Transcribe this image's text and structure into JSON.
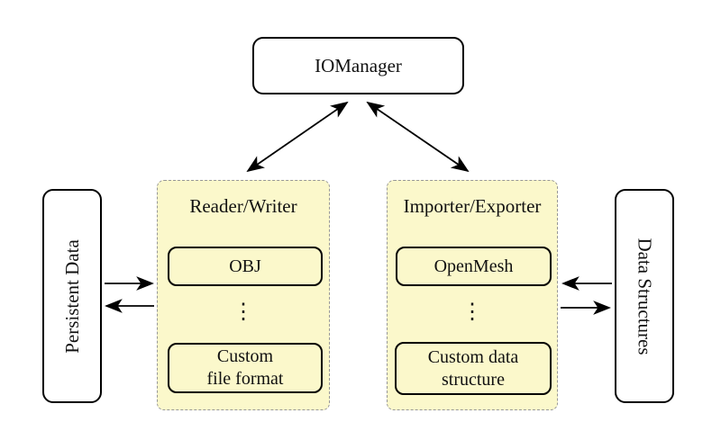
{
  "diagram": {
    "iomanager": {
      "label": "IOManager"
    },
    "reader_writer": {
      "title": "Reader/Writer",
      "ellipsis": "⋮",
      "items": [
        {
          "lines": [
            "OBJ",
            ""
          ]
        },
        {
          "lines": [
            "Custom",
            "file format"
          ]
        }
      ]
    },
    "importer_exporter": {
      "title": "Importer/Exporter",
      "ellipsis": "⋮",
      "items": [
        {
          "lines": [
            "OpenMesh",
            ""
          ]
        },
        {
          "lines": [
            "Custom data",
            "structure"
          ]
        }
      ]
    },
    "persistent_data": {
      "label": "Persistent Data"
    },
    "data_structures": {
      "label": "Data Structures"
    }
  },
  "colors": {
    "group-fill": "#FBF8CB",
    "group-border": "#979797",
    "node-border": "#000000",
    "arrow": "#000000",
    "canvas-bg": "#FFFFFF"
  }
}
